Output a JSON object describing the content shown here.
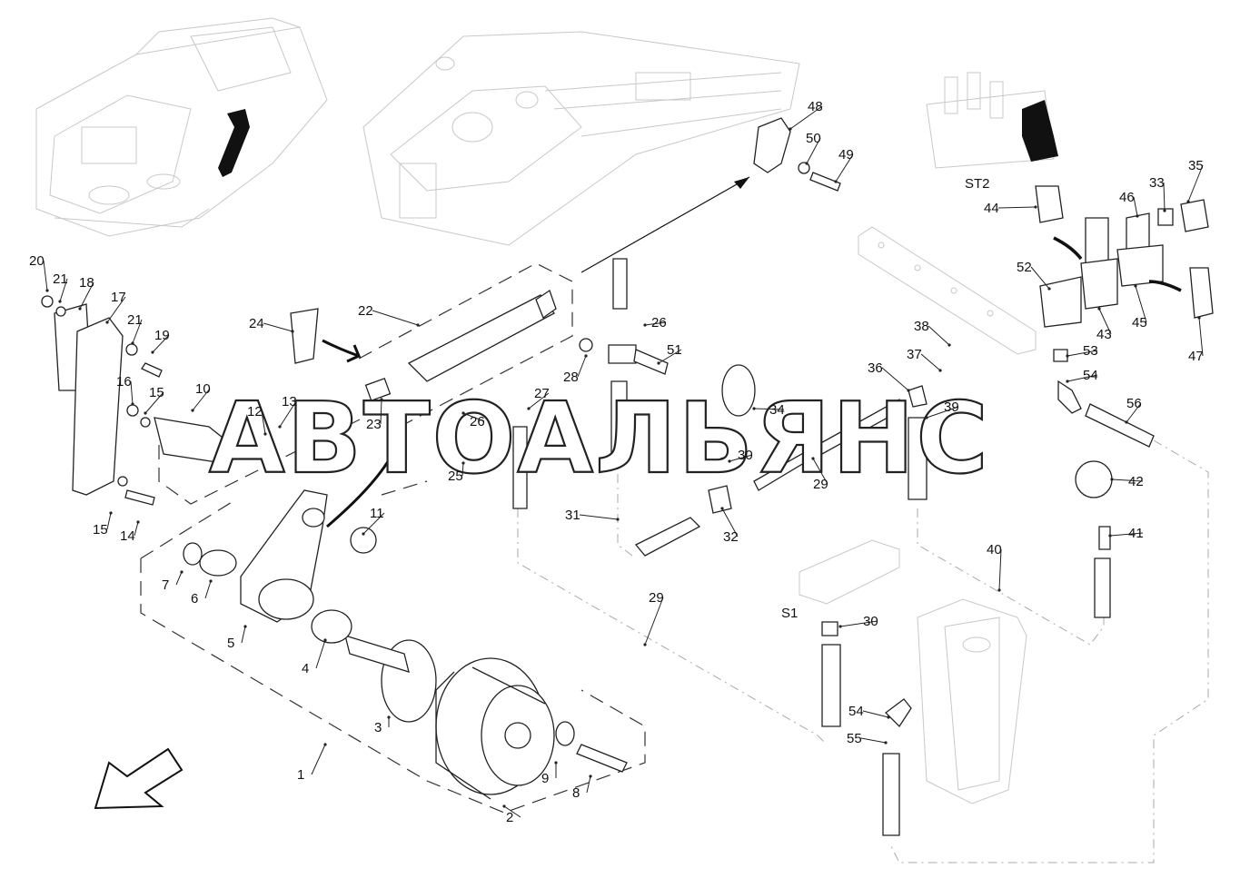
{
  "watermark": "АВТОАЛЬЯНС",
  "group_labels": {
    "st2": "ST2",
    "s1": "S1"
  },
  "part_labels": [
    {
      "id": "1"
    },
    {
      "id": "2"
    },
    {
      "id": "3"
    },
    {
      "id": "4"
    },
    {
      "id": "5"
    },
    {
      "id": "6"
    },
    {
      "id": "7"
    },
    {
      "id": "8"
    },
    {
      "id": "9"
    },
    {
      "id": "10"
    },
    {
      "id": "11"
    },
    {
      "id": "12"
    },
    {
      "id": "13"
    },
    {
      "id": "14"
    },
    {
      "id": "15a"
    },
    {
      "id": "15b"
    },
    {
      "id": "16"
    },
    {
      "id": "17"
    },
    {
      "id": "18"
    },
    {
      "id": "19"
    },
    {
      "id": "20"
    },
    {
      "id": "21a"
    },
    {
      "id": "21b"
    },
    {
      "id": "22"
    },
    {
      "id": "23"
    },
    {
      "id": "24"
    },
    {
      "id": "25"
    },
    {
      "id": "26a"
    },
    {
      "id": "26b"
    },
    {
      "id": "27"
    },
    {
      "id": "28"
    },
    {
      "id": "29a"
    },
    {
      "id": "29b"
    },
    {
      "id": "30a"
    },
    {
      "id": "30b"
    },
    {
      "id": "31"
    },
    {
      "id": "32"
    },
    {
      "id": "33"
    },
    {
      "id": "34"
    },
    {
      "id": "35"
    },
    {
      "id": "36"
    },
    {
      "id": "37"
    },
    {
      "id": "38"
    },
    {
      "id": "39"
    },
    {
      "id": "40"
    },
    {
      "id": "41"
    },
    {
      "id": "42"
    },
    {
      "id": "43"
    },
    {
      "id": "44"
    },
    {
      "id": "45"
    },
    {
      "id": "46"
    },
    {
      "id": "47"
    },
    {
      "id": "48"
    },
    {
      "id": "49"
    },
    {
      "id": "50"
    },
    {
      "id": "51"
    },
    {
      "id": "52"
    },
    {
      "id": "53"
    },
    {
      "id": "54a"
    },
    {
      "id": "54b"
    },
    {
      "id": "55"
    },
    {
      "id": "56"
    }
  ],
  "label_text": {
    "1": "1",
    "2": "2",
    "3": "3",
    "4": "4",
    "5": "5",
    "6": "6",
    "7": "7",
    "8": "8",
    "9": "9",
    "10": "10",
    "11": "11",
    "12": "12",
    "13": "13",
    "14": "14",
    "15a": "15",
    "15b": "15",
    "16": "16",
    "17": "17",
    "18": "18",
    "19": "19",
    "20": "20",
    "21a": "21",
    "21b": "21",
    "22": "22",
    "23": "23",
    "24": "24",
    "25": "25",
    "26a": "26",
    "26b": "26",
    "27": "27",
    "28": "28",
    "29a": "29",
    "29b": "29",
    "30a": "30",
    "30b": "30",
    "31": "31",
    "32": "32",
    "33": "33",
    "34": "34",
    "35": "35",
    "36": "36",
    "37": "37",
    "38": "38",
    "39": "39",
    "40": "40",
    "41": "41",
    "42": "42",
    "43": "43",
    "44": "44",
    "45": "45",
    "46": "46",
    "47": "47",
    "48": "48",
    "49": "49",
    "50": "50",
    "51": "51",
    "52": "52",
    "53": "53",
    "54a": "54",
    "54b": "54",
    "55": "55",
    "56": "56"
  }
}
